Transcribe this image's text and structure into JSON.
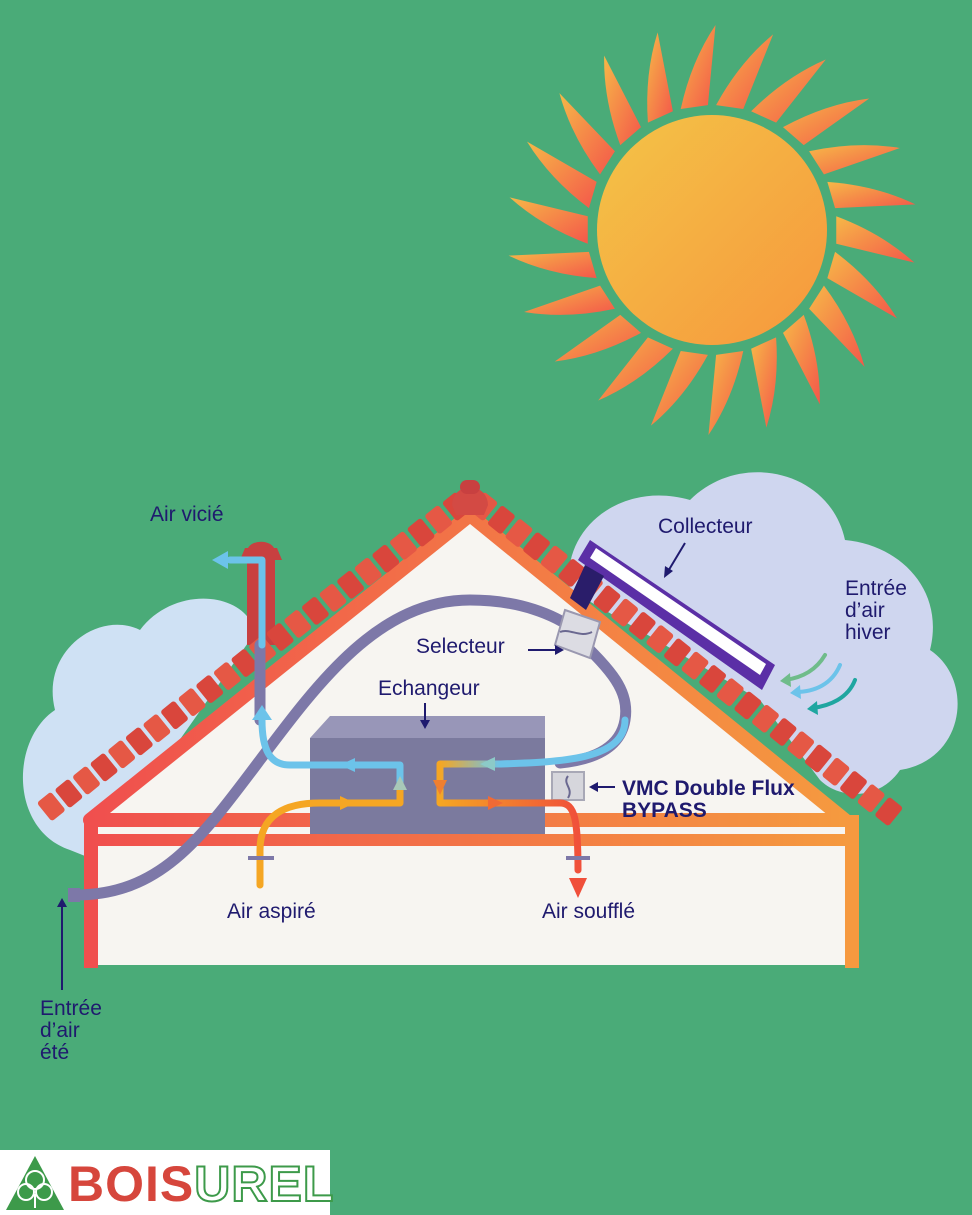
{
  "labels": {
    "air_vicie": "Air vicié",
    "collecteur": "Collecteur",
    "entree_hiver": [
      "Entrée",
      "d’air",
      "hiver"
    ],
    "selecteur": "Selecteur",
    "echangeur": "Echangeur",
    "vmc_line1": "VMC Double Flux",
    "vmc_line2": "BYPASS",
    "air_aspire": "Air aspiré",
    "air_souffle": "Air soufflé",
    "entree_ete": [
      "Entrée",
      "d’air",
      "été"
    ]
  },
  "logo": {
    "part1": "BOIS",
    "part2": "UREL"
  },
  "icons": [
    "sun-icon",
    "cloud-icon",
    "arrow-icon",
    "tree-icon"
  ],
  "colors": {
    "background": "#4aab78",
    "label_text": "#1f1a6e",
    "roof_tiles": "#e55845",
    "cloud": "#cfd6ef",
    "sun_core": "#f5b043",
    "sun_rays": "#f57a44",
    "duct": "#7d78a8",
    "exchanger": "#7b7a9e",
    "cold_air": "#6cc3ea",
    "warm_air": "#f5a623",
    "collector": "#5b2fa6",
    "logo_red": "#d6463c",
    "logo_green": "#3d9a4a"
  }
}
